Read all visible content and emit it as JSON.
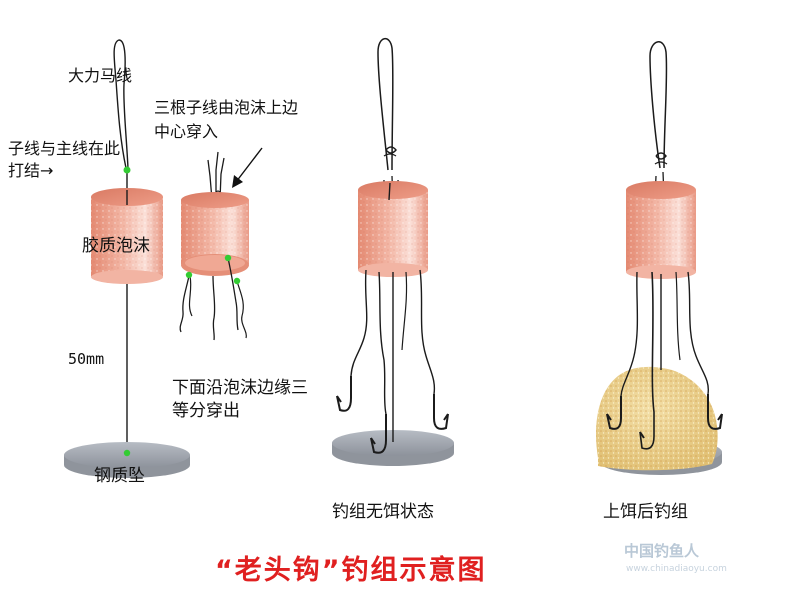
{
  "labels": {
    "main_line": "大力马线",
    "three_sublines": "三根子线由泡沫上边中心穿入",
    "knot": "子线与主线在此打结→",
    "foam": "胶质泡沫",
    "distance": "50mm",
    "bottom_exit": "下面沿泡沫边缘三等分穿出",
    "sinker": "钢质坠",
    "no_bait": "钓组无饵状态",
    "with_bait": "上饵后钓组"
  },
  "title": "“老头钩”钓组示意图",
  "watermark": {
    "text": "中国钓鱼人",
    "url": "www.chinadiaoyu.com"
  },
  "colors": {
    "foam": "#e8957c",
    "foam_light": "#fbe3dc",
    "sinker": "#a8acb4",
    "bait": "#e9cf8f",
    "knot_mark": "#33cc33",
    "title": "#e02020"
  }
}
